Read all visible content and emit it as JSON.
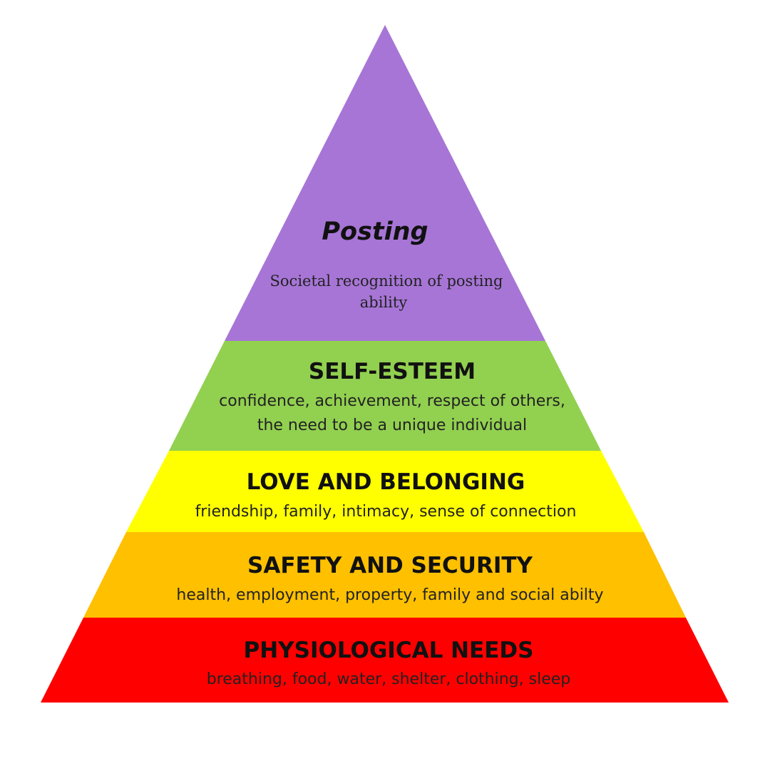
{
  "diagram": {
    "type": "pyramid",
    "tiers": [
      {
        "id": "posting",
        "title": "Posting",
        "description_lines": [
          "Societal recognition of posting",
          "ability"
        ],
        "color": "#a775d6"
      },
      {
        "id": "self-esteem",
        "title": "SELF-ESTEEM",
        "description_lines": [
          "confidence, achievement, respect of others,",
          "the need to be a unique individual"
        ],
        "color": "#92d050"
      },
      {
        "id": "love-and-belonging",
        "title": "LOVE AND BELONGING",
        "description_lines": [
          "friendship, family, intimacy, sense of connection"
        ],
        "color": "#ffff00"
      },
      {
        "id": "safety-and-security",
        "title": "SAFETY AND SECURITY",
        "description_lines": [
          "health, employment, property, family and social abilty"
        ],
        "color": "#ffc000"
      },
      {
        "id": "physiological-needs",
        "title": "PHYSIOLOGICAL NEEDS",
        "description_lines": [
          "breathing, food, water, shelter, clothing, sleep"
        ],
        "color": "#ff0000"
      }
    ]
  }
}
